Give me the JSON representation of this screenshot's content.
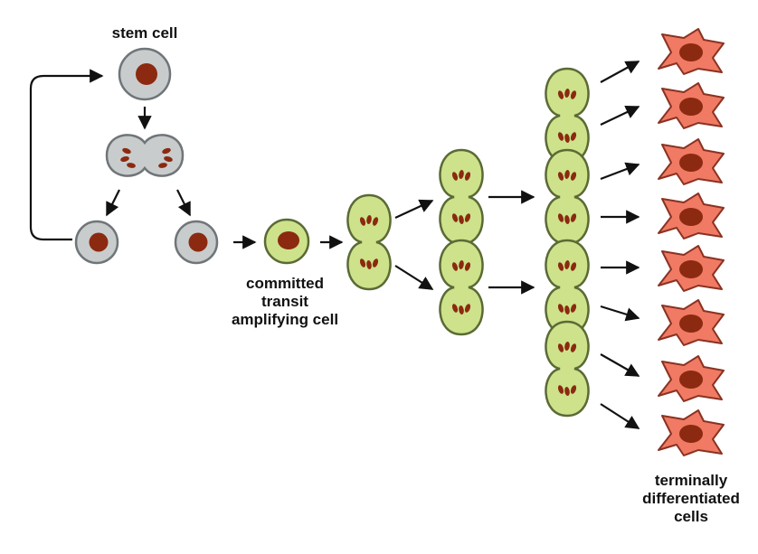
{
  "labels": {
    "stem_cell": "stem cell",
    "transit": [
      "committed",
      "transit",
      "amplifying cell"
    ],
    "terminal": [
      "terminally",
      "differentiated",
      "cells"
    ]
  },
  "colors": {
    "stem_cytoplasm": "#c9cccd",
    "stem_outline": "#6f7578",
    "nucleus": "#8b2a10",
    "transit_cytoplasm": "#cde28a",
    "transit_outline": "#5b6a35",
    "differentiated_fill": "#f07a63",
    "differentiated_outline": "#8a3222",
    "arrow": "#111111"
  }
}
